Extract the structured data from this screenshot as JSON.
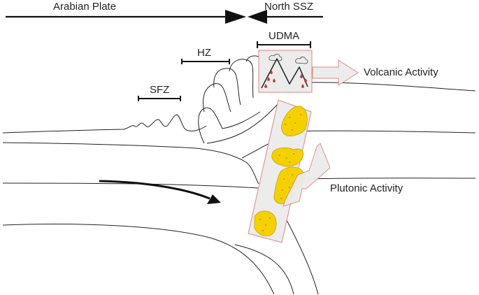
{
  "labels": {
    "arabian_plate": "Arabian Plate",
    "north_ssz": "North SSZ",
    "udma": "UDMA",
    "hz": "HZ",
    "sfz": "SFZ",
    "volcanic_activity": "Volcanic Activity",
    "plutonic_activity": "Plutonic Activity"
  },
  "colors": {
    "line": "#222222",
    "box_fill": "#ececec",
    "box_stroke": "#d98a80",
    "pluton_fill": "#f5d000",
    "pluton_stroke": "#c8a000",
    "lava": "#c0392b",
    "arrow_fill": "#ececec"
  }
}
